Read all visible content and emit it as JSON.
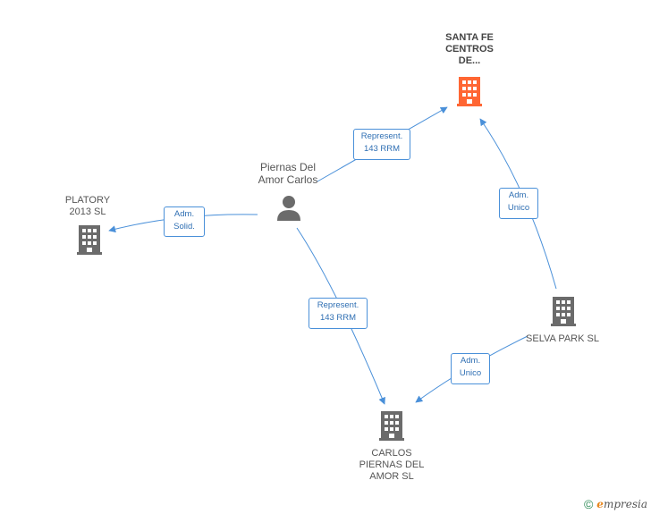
{
  "nodes": {
    "santa_fe": {
      "label": "SANTA FE\nCENTROS\nDE...",
      "color": "#ff6633",
      "icon": "building-icon"
    },
    "platory": {
      "label": "PLATORY\n2013 SL",
      "color": "#6b6b6b",
      "icon": "building-icon"
    },
    "person": {
      "label": "Piernas Del\nAmor Carlos",
      "color": "#6b6b6b",
      "icon": "person-icon"
    },
    "selva": {
      "label": "SELVA PARK SL",
      "color": "#6b6b6b",
      "icon": "building-icon"
    },
    "carlos_sl": {
      "label": "CARLOS\nPIERNAS DEL\nAMOR SL",
      "color": "#6b6b6b",
      "icon": "building-icon"
    }
  },
  "edges": {
    "person_santafe": "Represent.\n143 RRM",
    "person_platory": "Adm.\nSolid.",
    "person_carlos": "Represent.\n143 RRM",
    "selva_santafe": "Adm.\nUnico",
    "selva_carlos": "Adm.\nUnico"
  },
  "colors": {
    "edge": "#4a90d9"
  },
  "footer": {
    "copyright": "©",
    "brand_initial": "e",
    "brand_rest": "mpresia"
  }
}
